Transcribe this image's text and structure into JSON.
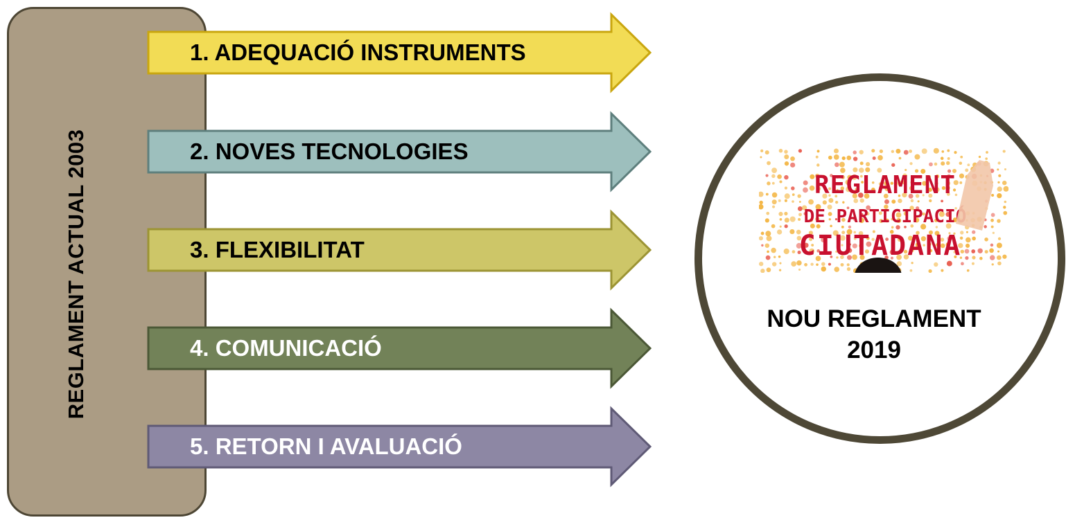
{
  "diagram": {
    "left_panel": {
      "label": "REGLAMENT ACTUAL 2003",
      "fill": "#ab9c84",
      "stroke": "#4d4634"
    },
    "arrows": [
      {
        "label": "1. ADEQUACIÓ INSTRUMENTS",
        "fill": "#f2dc55",
        "stroke": "#c9a60f",
        "text_color": "#000000"
      },
      {
        "label": "2. NOVES TECNOLOGIES",
        "fill": "#9dbfbd",
        "stroke": "#5e7f7d",
        "text_color": "#000000"
      },
      {
        "label": "3. FLEXIBILITAT",
        "fill": "#cdc668",
        "stroke": "#9c9434",
        "text_color": "#000000"
      },
      {
        "label": "4. COMUNICACIÓ",
        "fill": "#728258",
        "stroke": "#4b5836",
        "text_color": "#ffffff"
      },
      {
        "label": "5. RETORN I AVALUACIÓ",
        "fill": "#8d87a4",
        "stroke": "#5f5a76",
        "text_color": "#ffffff"
      }
    ],
    "target": {
      "line1": "NOU REGLAMENT",
      "line2": "2019",
      "ring_color": "#4e4836",
      "logo_text": [
        "REGLAMENT",
        "DE PARTICIPACIÓ",
        "CIUTADANA"
      ],
      "logo_color": "#c8102e",
      "dot_color": "#f3b23a"
    }
  }
}
